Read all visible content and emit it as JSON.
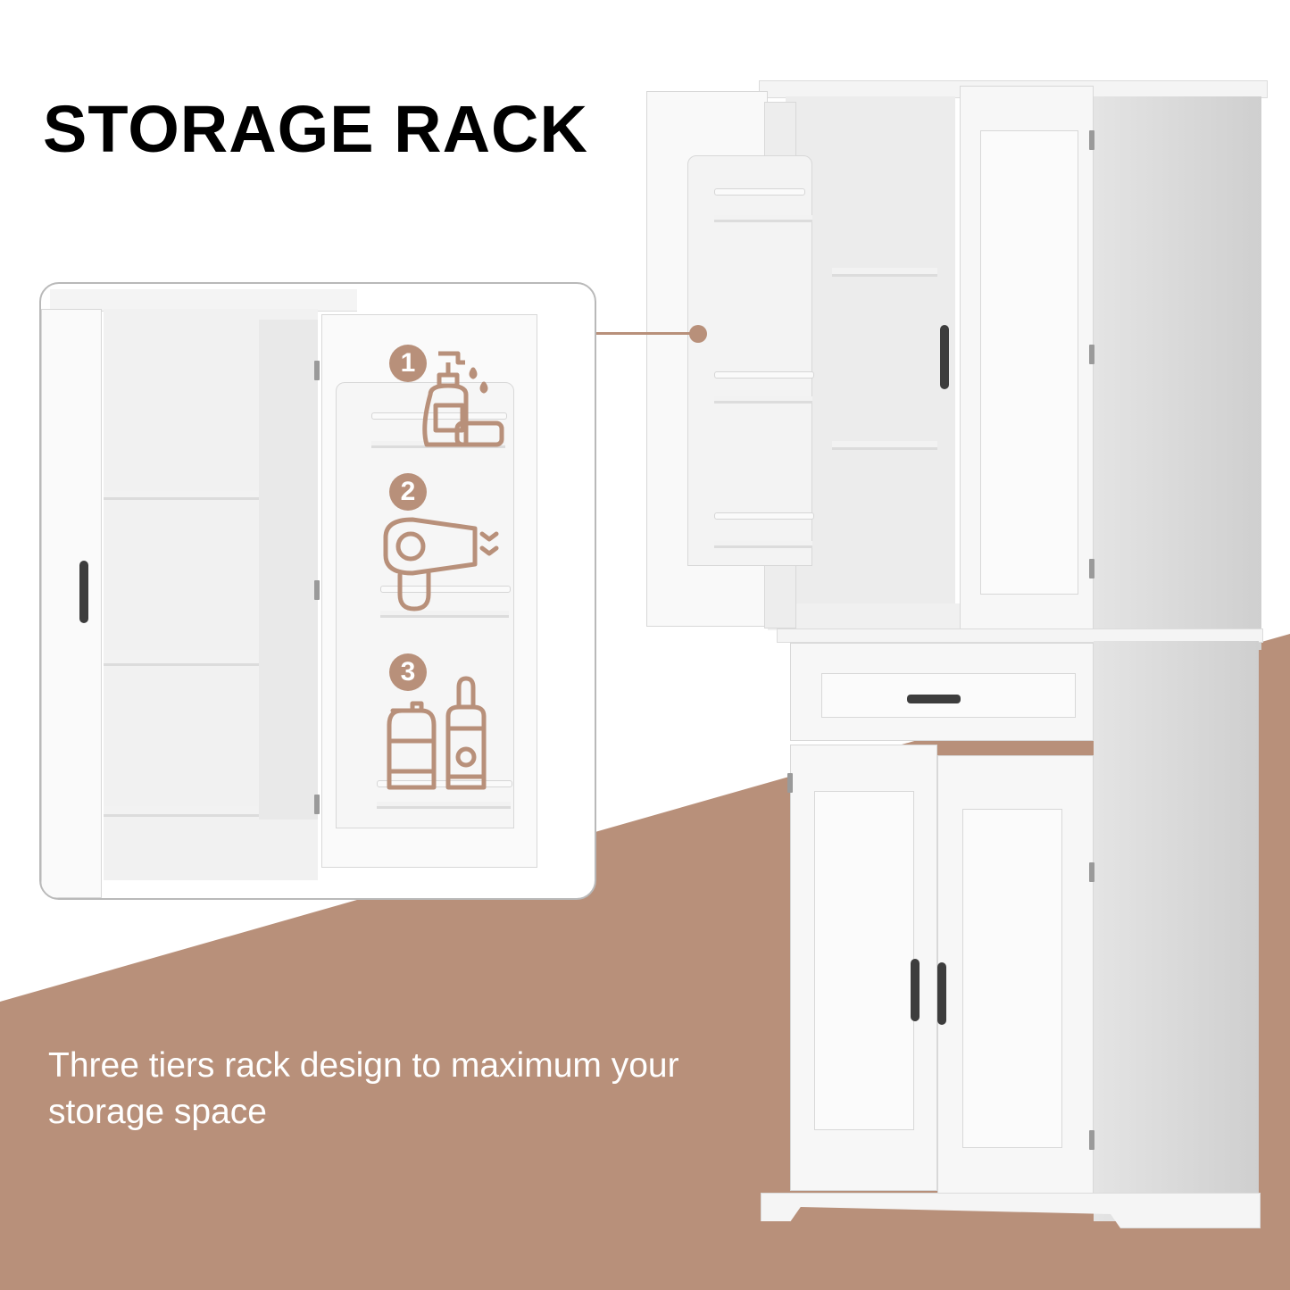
{
  "title": "STORAGE RACK",
  "caption": "Three tiers rack design to maximum your storage space",
  "colors": {
    "accent_brown": "#b8907a",
    "background": "#ffffff",
    "cabinet_white": "#f7f7f7",
    "title_text": "#000000",
    "caption_text": "#ffffff",
    "handle": "#3d3d3d"
  },
  "inset": {
    "tiers": [
      {
        "number": "1",
        "icon": "soap-dispenser-and-soap-icon"
      },
      {
        "number": "2",
        "icon": "hair-dryer-icon"
      },
      {
        "number": "3",
        "icon": "lotion-bottles-icon"
      }
    ]
  },
  "product": {
    "name": "tall-white-storage-cabinet",
    "features": [
      "upper-double-door-cabinet",
      "door-mounted-rack",
      "adjustable-shelves",
      "middle-drawer",
      "lower-double-door-cabinet"
    ]
  }
}
